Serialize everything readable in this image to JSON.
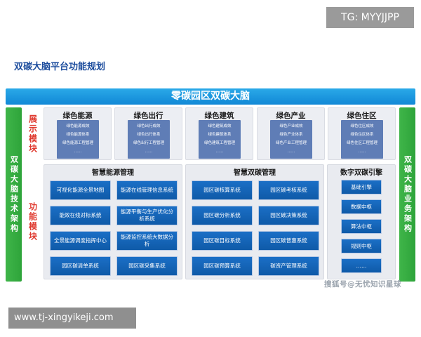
{
  "watermark_top": "TG: MYYJJPP",
  "watermark_bottom": "www.tj-xingyikeji.com",
  "watermark_credit": "搜狐号@无忧知识星球",
  "page_title": "双碳大脑平台功能规划",
  "banner": "零碳园区双碳大脑",
  "left_bar": "双碳大脑技术架构",
  "right_bar": "双碳大脑业务架构",
  "section_display": "展示模块",
  "section_function": "功能模块",
  "display_modules": [
    {
      "title": "绿色能源",
      "items": [
        "绿色能源成效",
        "绿色能源体系",
        "绿色能源工程管理",
        "……"
      ]
    },
    {
      "title": "绿色出行",
      "items": [
        "绿色出行成效",
        "绿色出行体系",
        "绿色出行工程管理",
        "……"
      ]
    },
    {
      "title": "绿色建筑",
      "items": [
        "绿色建筑成效",
        "绿色建筑体系",
        "绿色建筑工程管理",
        "……"
      ]
    },
    {
      "title": "绿色产业",
      "items": [
        "绿色产业成效",
        "绿色产业体系",
        "绿色产业工程管理",
        "……"
      ]
    },
    {
      "title": "绿色住区",
      "items": [
        "绿色住区成效",
        "绿色住区体系",
        "绿色住区工程管理",
        "……"
      ]
    }
  ],
  "panel_energy": {
    "title": "智慧能源管理",
    "items": [
      "可视化能源全景地图",
      "能源在线管理信息系统",
      "能效在线对标系统",
      "能源平衡与生产优化分析系统",
      "全景能源调度指挥中心",
      "能源监控系统大数据分析",
      "园区碳清单系统",
      "园区碳采集系统"
    ]
  },
  "panel_carbon": {
    "title": "智慧双碳管理",
    "items": [
      "园区碳核算系统",
      "园区碳考核系统",
      "园区碳分析系统",
      "园区碳决策系统",
      "园区碳目标系统",
      "园区碳普惠系统",
      "园区碳预算系统",
      "碳资产管理系统"
    ]
  },
  "panel_engine": {
    "title": "数字双碳引擎",
    "items": [
      "基础引擎",
      "数据中枢",
      "算法中枢",
      "规则中枢",
      "……"
    ]
  }
}
